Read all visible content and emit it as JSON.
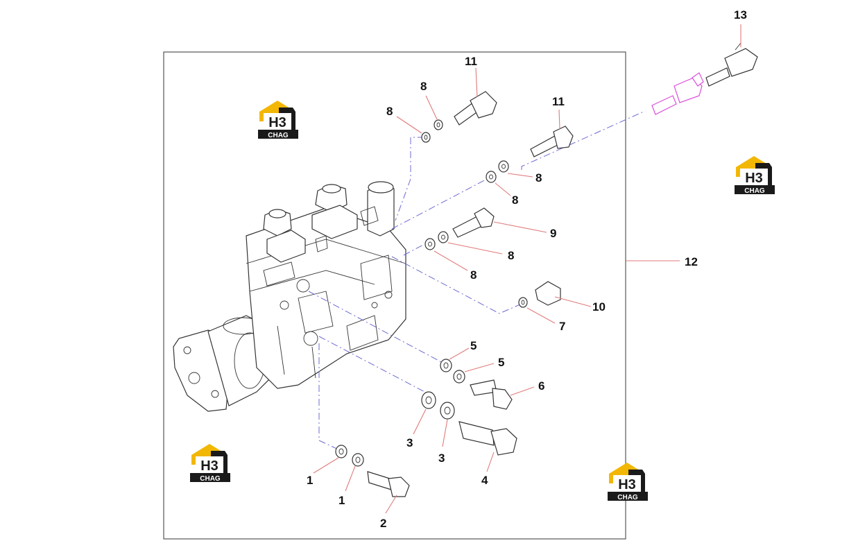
{
  "callouts": [
    "1",
    "1",
    "2",
    "3",
    "3",
    "4",
    "5",
    "5",
    "6",
    "7",
    "8",
    "8",
    "8",
    "8",
    "8",
    "8",
    "9",
    "10",
    "11",
    "11",
    "12",
    "13"
  ],
  "logo": {
    "mark": "H3",
    "caption": "CHAG"
  },
  "colors": {
    "leader": "#e07a7a",
    "assembly_line": "#6b6bd0",
    "highlight": "#d94fd9",
    "logo_yellow": "#f2b705",
    "logo_dark": "#1a1a1a"
  }
}
